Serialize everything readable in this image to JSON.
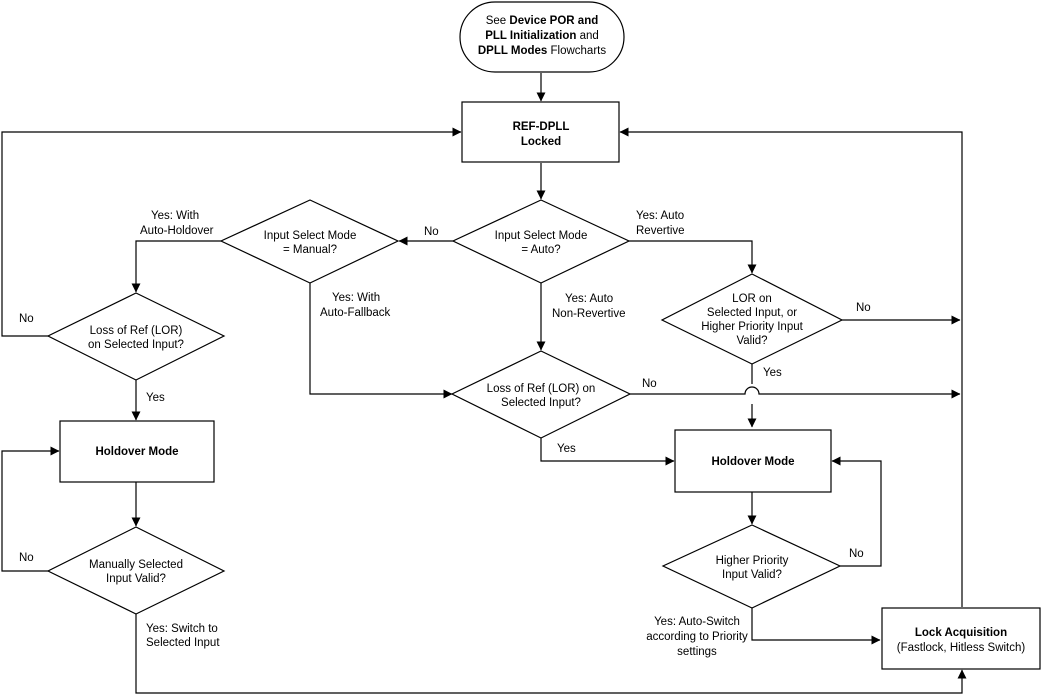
{
  "start": {
    "line1_pre": "See ",
    "line1_bold": "Device POR and",
    "line2_bold": "PLL Initialization",
    "line2_post": " and",
    "line3_bold": "DPLL Modes",
    "line3_post": " Flowcharts"
  },
  "locked": {
    "line1": "REF-DPLL",
    "line2": "Locked"
  },
  "auto_decision": {
    "line1": "Input Select Mode",
    "line2": "= Auto?"
  },
  "manual_decision": {
    "line1": "Input Select Mode",
    "line2": "= Manual?"
  },
  "lor_left": {
    "line1": "Loss of Ref (LOR)",
    "line2": "on Selected Input?"
  },
  "lor_center": {
    "line1": "Loss of Ref (LOR) on",
    "line2": "Selected Input?"
  },
  "lor_right": {
    "line1": "LOR on",
    "line2": "Selected Input, or",
    "line3": "Higher Priority Input",
    "line4": "Valid?"
  },
  "holdover_left": {
    "label": "Holdover Mode"
  },
  "holdover_right": {
    "label": "Holdover Mode"
  },
  "manual_valid": {
    "line1": "Manually Selected",
    "line2": "Input Valid?"
  },
  "higher_priority": {
    "line1": "Higher Priority",
    "line2": "Input Valid?"
  },
  "lock_acq": {
    "title": "Lock Acquisition",
    "subtitle": "(Fastlock, Hitless Switch)"
  },
  "edge_labels": {
    "no_auto": "No",
    "yes_auto_rev_1": "Yes: Auto",
    "yes_auto_rev_2": "Revertive",
    "yes_auto_nonrev_1": "Yes: Auto",
    "yes_auto_nonrev_2": "Non-Revertive",
    "yes_holdover_1": "Yes: With",
    "yes_holdover_2": "Auto-Holdover",
    "yes_fallback_1": "Yes: With",
    "yes_fallback_2": "Auto-Fallback",
    "no_lor_left": "No",
    "yes_lor_left": "Yes",
    "no_lor_right": "No",
    "yes_lor_right": "Yes",
    "no_lor_center": "No",
    "yes_lor_center": "Yes",
    "no_manual_valid": "No",
    "yes_switch_1": "Yes: Switch to",
    "yes_switch_2": "Selected Input",
    "no_higher": "No",
    "yes_autoswitch_1": "Yes: Auto-Switch",
    "yes_autoswitch_2": "according to Priority",
    "yes_autoswitch_3": "settings"
  }
}
